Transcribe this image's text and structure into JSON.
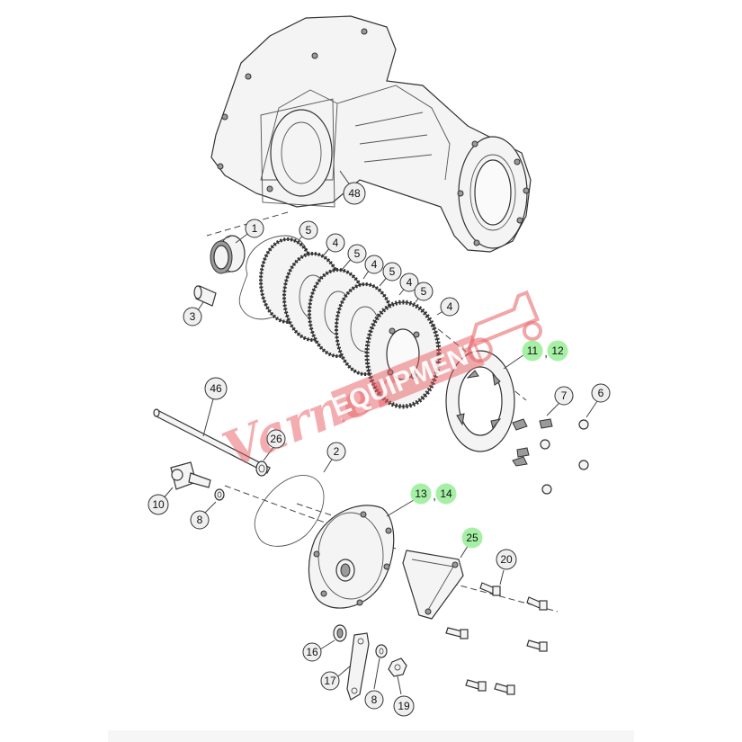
{
  "diagram": {
    "callouts": [
      {
        "id": "c48",
        "label": "48",
        "highlight": false
      },
      {
        "id": "c1",
        "label": "1",
        "highlight": false
      },
      {
        "id": "c5a",
        "label": "5",
        "highlight": false
      },
      {
        "id": "c4a",
        "label": "4",
        "highlight": false
      },
      {
        "id": "c5b",
        "label": "5",
        "highlight": false
      },
      {
        "id": "c4b",
        "label": "4",
        "highlight": false
      },
      {
        "id": "c5c",
        "label": "5",
        "highlight": false
      },
      {
        "id": "c4c",
        "label": "4",
        "highlight": false
      },
      {
        "id": "c5d",
        "label": "5",
        "highlight": false
      },
      {
        "id": "c4d",
        "label": "4",
        "highlight": false
      },
      {
        "id": "c3",
        "label": "3",
        "highlight": false
      },
      {
        "id": "c11",
        "label": "11",
        "highlight": true
      },
      {
        "id": "c12",
        "label": "12",
        "highlight": true
      },
      {
        "id": "c7",
        "label": "7",
        "highlight": false
      },
      {
        "id": "c6",
        "label": "6",
        "highlight": false
      },
      {
        "id": "c46",
        "label": "46",
        "highlight": false
      },
      {
        "id": "c26",
        "label": "26",
        "highlight": false
      },
      {
        "id": "c2",
        "label": "2",
        "highlight": false
      },
      {
        "id": "c10",
        "label": "10",
        "highlight": false
      },
      {
        "id": "c8a",
        "label": "8",
        "highlight": false
      },
      {
        "id": "c13",
        "label": "13",
        "highlight": true
      },
      {
        "id": "c14",
        "label": "14",
        "highlight": true
      },
      {
        "id": "c25",
        "label": "25",
        "highlight": true
      },
      {
        "id": "c20",
        "label": "20",
        "highlight": false
      },
      {
        "id": "c16",
        "label": "16",
        "highlight": false
      },
      {
        "id": "c17",
        "label": "17",
        "highlight": false
      },
      {
        "id": "c8b",
        "label": "8",
        "highlight": false
      },
      {
        "id": "c19",
        "label": "19",
        "highlight": false
      }
    ],
    "separators": [
      ",",
      ","
    ],
    "watermark": {
      "line1": "Varner",
      "line2": "EQUIPMENT"
    },
    "colors": {
      "highlight": "#a6f0a6",
      "watermark": "#e65a5f",
      "ink": "#333333"
    }
  }
}
